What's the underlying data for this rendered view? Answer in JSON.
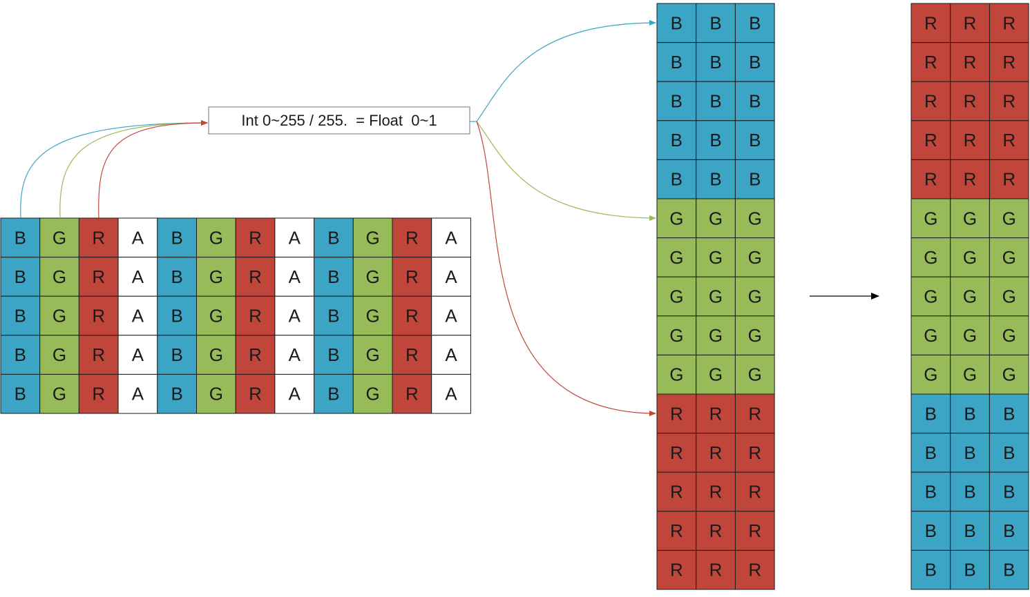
{
  "colors": {
    "B": "#3ca4c4",
    "G": "#98bb5a",
    "R": "#c0463c",
    "A": "#ffffff",
    "grid_line": "#1a1a1a",
    "arrow_dark": "#000000",
    "box_border": "#8a8a8a"
  },
  "formula": {
    "text": "Int 0~255 / 255.  = Float  0~1"
  },
  "interleaved": {
    "rows": [
      [
        "B",
        "G",
        "R",
        "A",
        "B",
        "G",
        "R",
        "A",
        "B",
        "G",
        "R",
        "A"
      ],
      [
        "B",
        "G",
        "R",
        "A",
        "B",
        "G",
        "R",
        "A",
        "B",
        "G",
        "R",
        "A"
      ],
      [
        "B",
        "G",
        "R",
        "A",
        "B",
        "G",
        "R",
        "A",
        "B",
        "G",
        "R",
        "A"
      ],
      [
        "B",
        "G",
        "R",
        "A",
        "B",
        "G",
        "R",
        "A",
        "B",
        "G",
        "R",
        "A"
      ],
      [
        "B",
        "G",
        "R",
        "A",
        "B",
        "G",
        "R",
        "A",
        "B",
        "G",
        "R",
        "A"
      ]
    ]
  },
  "planar_bgr": {
    "rows": [
      [
        "B",
        "B",
        "B"
      ],
      [
        "B",
        "B",
        "B"
      ],
      [
        "B",
        "B",
        "B"
      ],
      [
        "B",
        "B",
        "B"
      ],
      [
        "B",
        "B",
        "B"
      ],
      [
        "G",
        "G",
        "G"
      ],
      [
        "G",
        "G",
        "G"
      ],
      [
        "G",
        "G",
        "G"
      ],
      [
        "G",
        "G",
        "G"
      ],
      [
        "G",
        "G",
        "G"
      ],
      [
        "R",
        "R",
        "R"
      ],
      [
        "R",
        "R",
        "R"
      ],
      [
        "R",
        "R",
        "R"
      ],
      [
        "R",
        "R",
        "R"
      ],
      [
        "R",
        "R",
        "R"
      ]
    ]
  },
  "planar_rgb": {
    "rows": [
      [
        "R",
        "R",
        "R"
      ],
      [
        "R",
        "R",
        "R"
      ],
      [
        "R",
        "R",
        "R"
      ],
      [
        "R",
        "R",
        "R"
      ],
      [
        "R",
        "R",
        "R"
      ],
      [
        "G",
        "G",
        "G"
      ],
      [
        "G",
        "G",
        "G"
      ],
      [
        "G",
        "G",
        "G"
      ],
      [
        "G",
        "G",
        "G"
      ],
      [
        "G",
        "G",
        "G"
      ],
      [
        "B",
        "B",
        "B"
      ],
      [
        "B",
        "B",
        "B"
      ],
      [
        "B",
        "B",
        "B"
      ],
      [
        "B",
        "B",
        "B"
      ],
      [
        "B",
        "B",
        "B"
      ]
    ]
  }
}
